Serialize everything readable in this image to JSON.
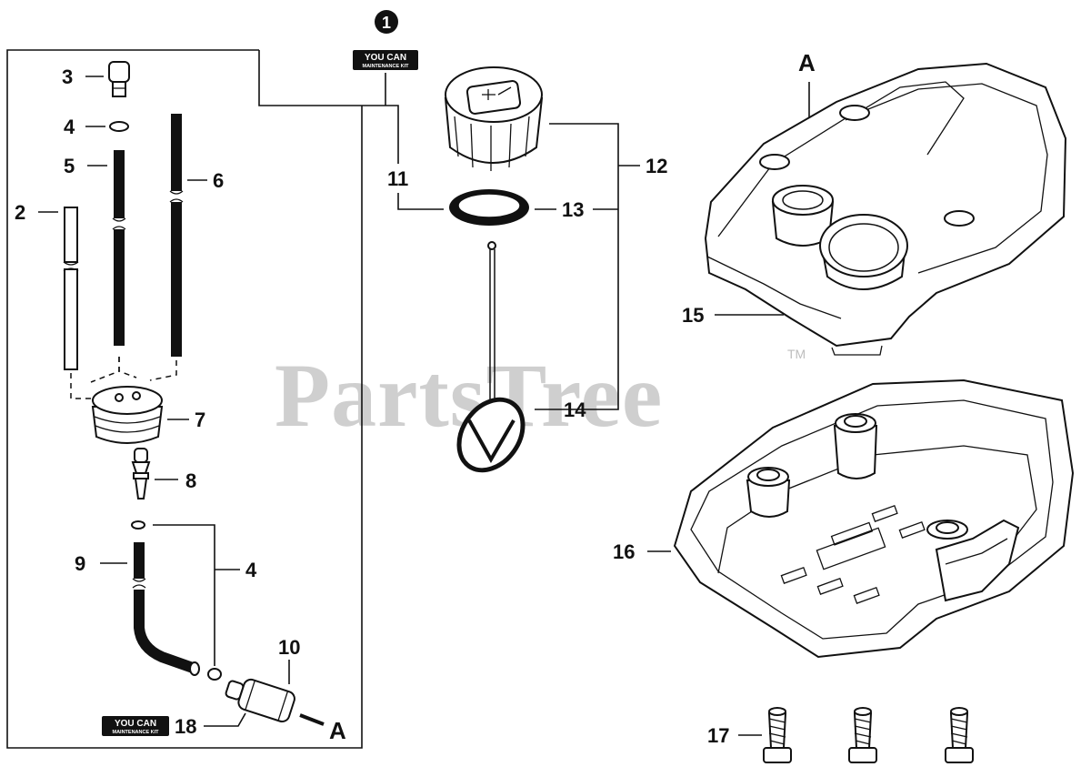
{
  "watermark": {
    "text": "PartsTree",
    "trademark": "TM"
  },
  "kit_badge": {
    "number": "1",
    "line1": "YOU CAN",
    "line2": "MAINTENANCE KIT"
  },
  "callouts": {
    "c1": "1",
    "c2": "2",
    "c3": "3",
    "c4a": "4",
    "c4b": "4",
    "c5": "5",
    "c6": "6",
    "c7": "7",
    "c8": "8",
    "c9": "9",
    "c10": "10",
    "c11": "11",
    "c12": "12",
    "c13": "13",
    "c14": "14",
    "c15": "15",
    "c16": "16",
    "c17": "17",
    "c18": "18",
    "refA_top": "A",
    "refA_bottom": "A"
  }
}
